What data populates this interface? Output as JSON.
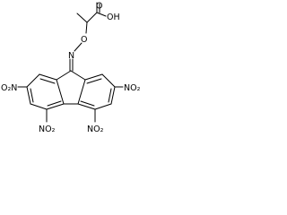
{
  "molecule": {
    "colors": {
      "bond": "#000000",
      "label": "#000000",
      "background": "#ffffff"
    },
    "labels": {
      "hydroxyl": "OH",
      "carbonyl_o": "O",
      "ether_o": "O",
      "oxime_n": "N",
      "nitro_left": "O₂N",
      "nitro_right": "NO₂",
      "nitro_bottom_left": "NO₂",
      "nitro_bottom_right": "NO₂"
    }
  }
}
